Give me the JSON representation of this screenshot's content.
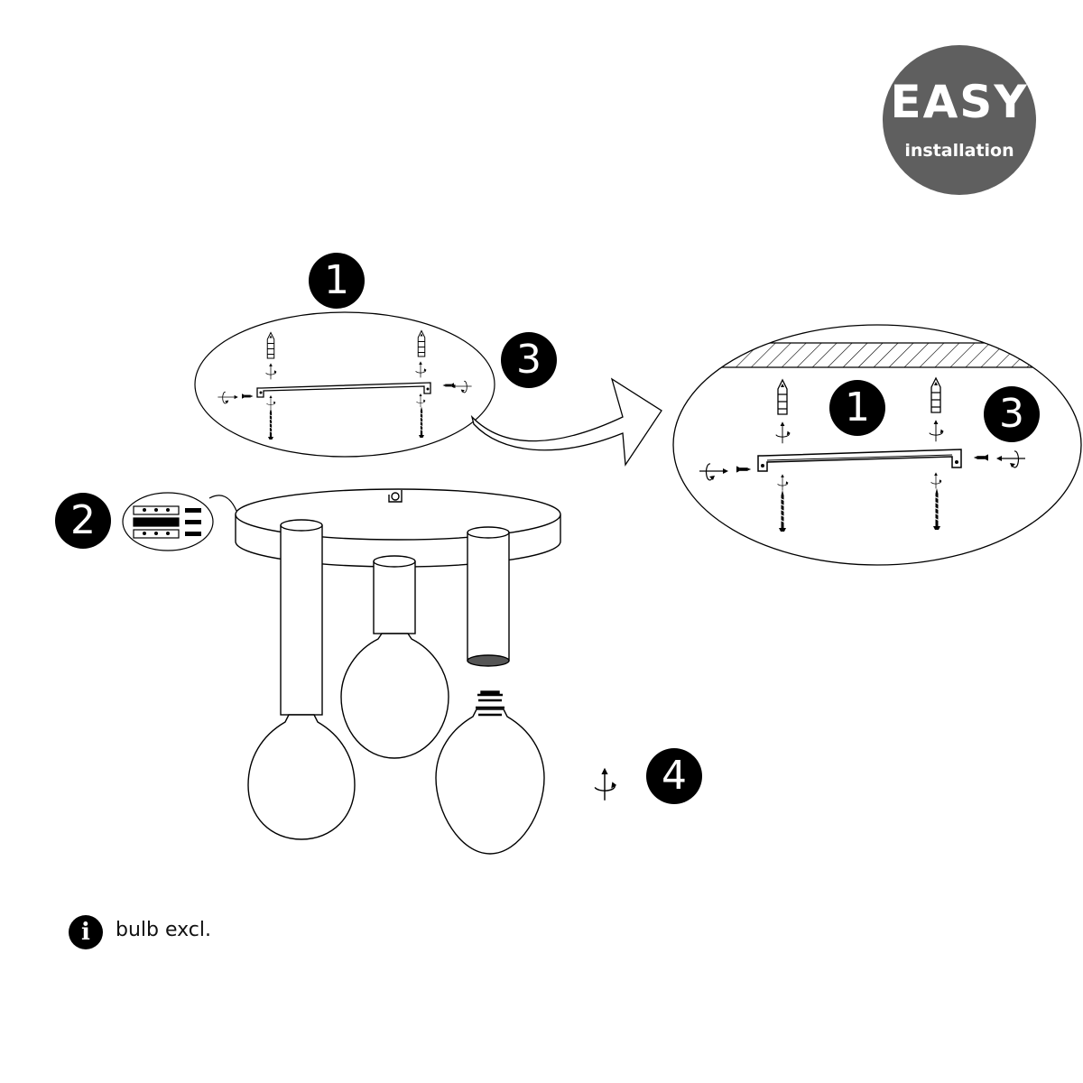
{
  "badge": {
    "title": "EASY",
    "subtitle": "installation"
  },
  "steps": {
    "s1": "1",
    "s2": "2",
    "s3": "3",
    "s4": "4"
  },
  "note": {
    "icon_glyph": "i",
    "text": "bulb excl."
  },
  "icons": [
    "info-icon",
    "rotate-arrow-icon",
    "screw-icon",
    "wall-plug-icon",
    "arrow-icon"
  ],
  "colors": {
    "badge": "#5f5f5f",
    "ink": "#000000",
    "paper": "#ffffff"
  }
}
